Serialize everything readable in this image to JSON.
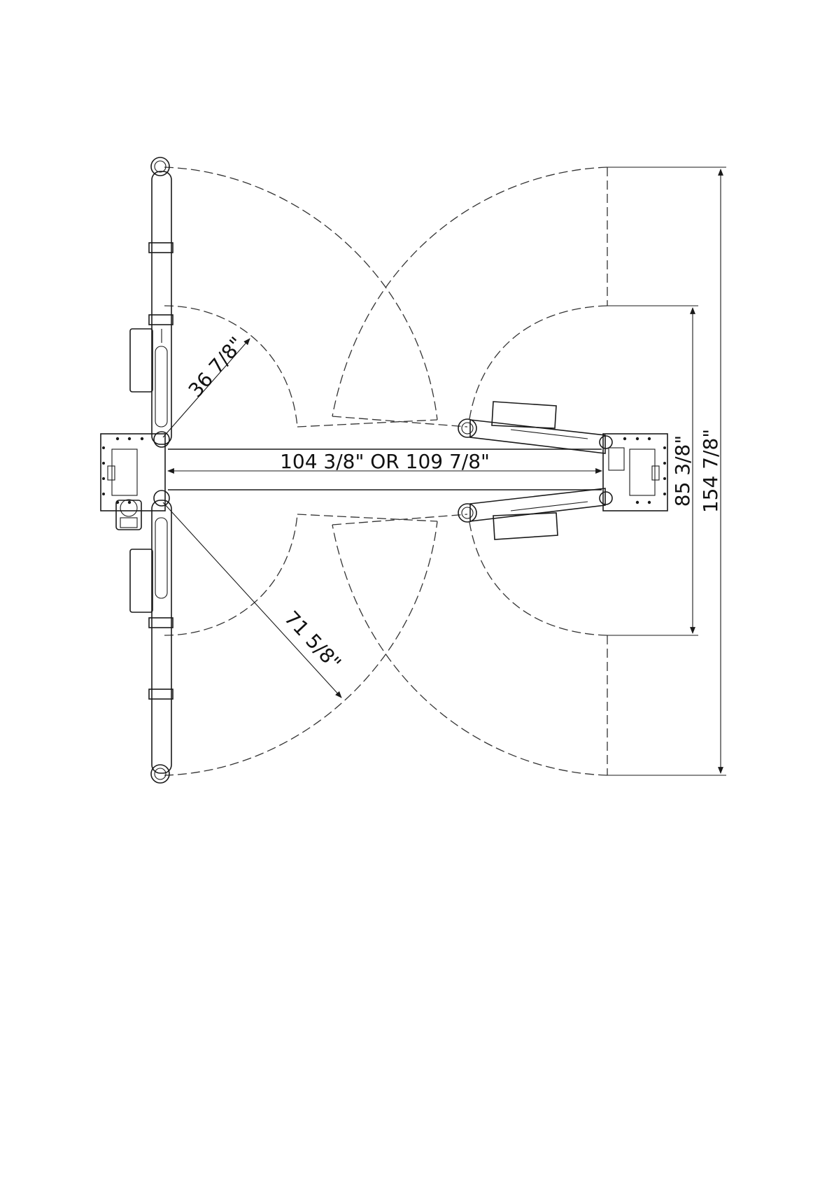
{
  "diagram": {
    "dimensions": {
      "inner_radius": "36 7/8\"",
      "outer_radius": "71 5/8\"",
      "width_between_columns": "104 3/8\" OR 109 7/8\"",
      "inner_clearance": "85 3/8\"",
      "overall_depth": "154 7/8\""
    },
    "colors": {
      "line": "#1a1a1a",
      "background": "#ffffff"
    }
  }
}
